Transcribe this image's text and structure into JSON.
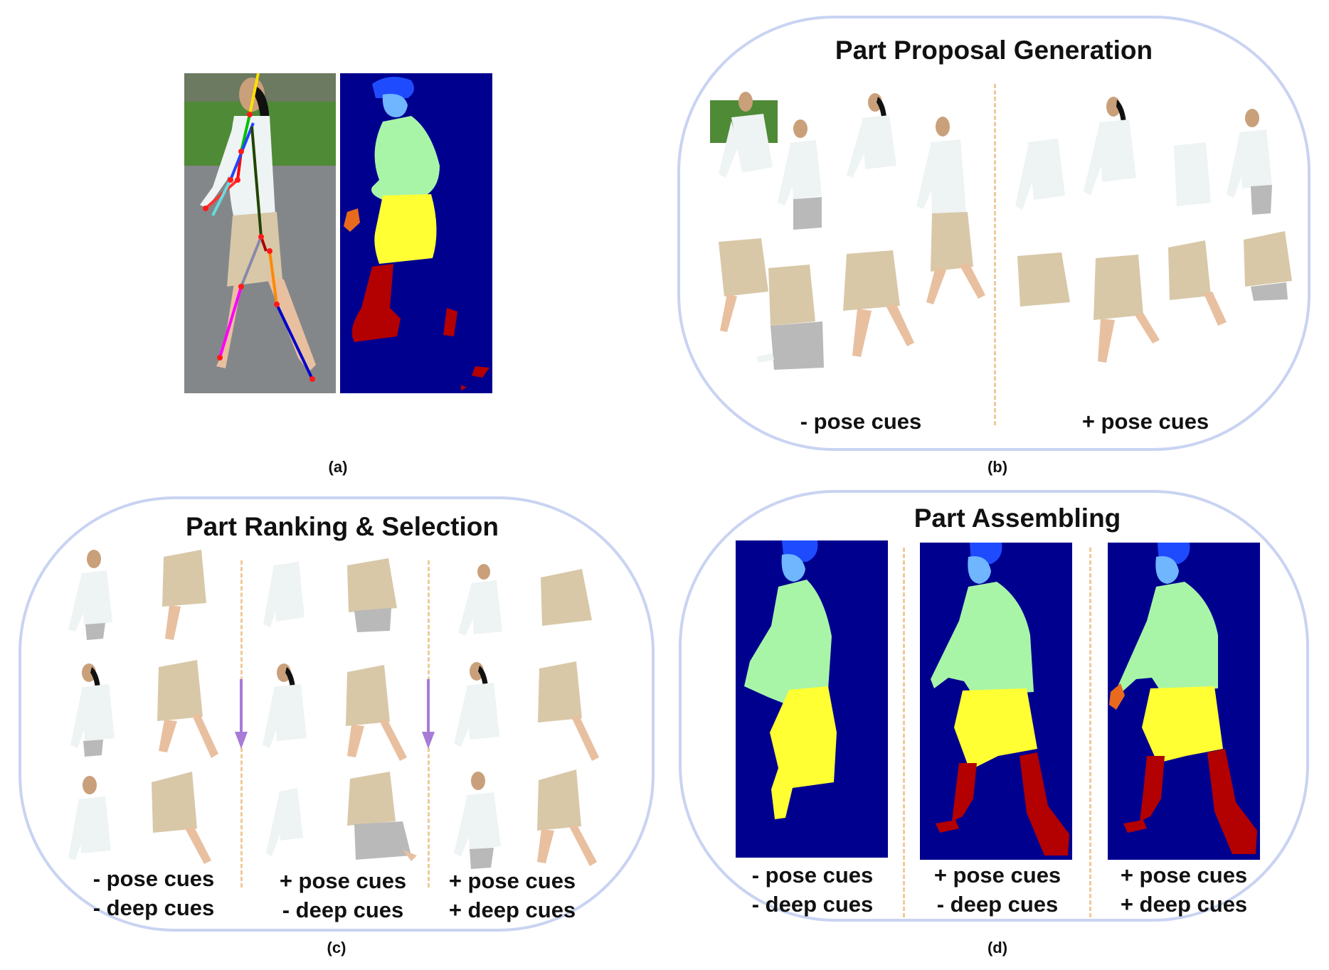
{
  "panels": {
    "a": {
      "caption": "(a)"
    },
    "b": {
      "title": "Part Proposal Generation",
      "caption": "(b)",
      "cues": [
        "- pose cues",
        "+ pose cues"
      ]
    },
    "c": {
      "title": "Part Ranking & Selection",
      "caption": "(c)",
      "cues": [
        [
          "- pose cues",
          "- deep cues"
        ],
        [
          "+ pose cues",
          "- deep cues"
        ],
        [
          "+ pose cues",
          "+ deep cues"
        ]
      ]
    },
    "d": {
      "title": "Part Assembling",
      "caption": "(d)",
      "cues": [
        [
          "- pose cues",
          "- deep cues"
        ],
        [
          "+ pose cues",
          "- deep cues"
        ],
        [
          "+ pose cues",
          "+ deep cues"
        ]
      ]
    }
  },
  "colors": {
    "frame": "#c9d3f2",
    "divider": "#f0c99a",
    "arrow": "#a77bd6",
    "map_background": "#00008f",
    "hair": "#1f4bff",
    "face": "#6fb6ff",
    "upper_clothes": "#a8f5a8",
    "skirt": "#ffff33",
    "legs": "#b30000",
    "arm": "#e86a1c",
    "shirt": "#eef3f3",
    "skirt_fabric": "#d8c8a8"
  }
}
